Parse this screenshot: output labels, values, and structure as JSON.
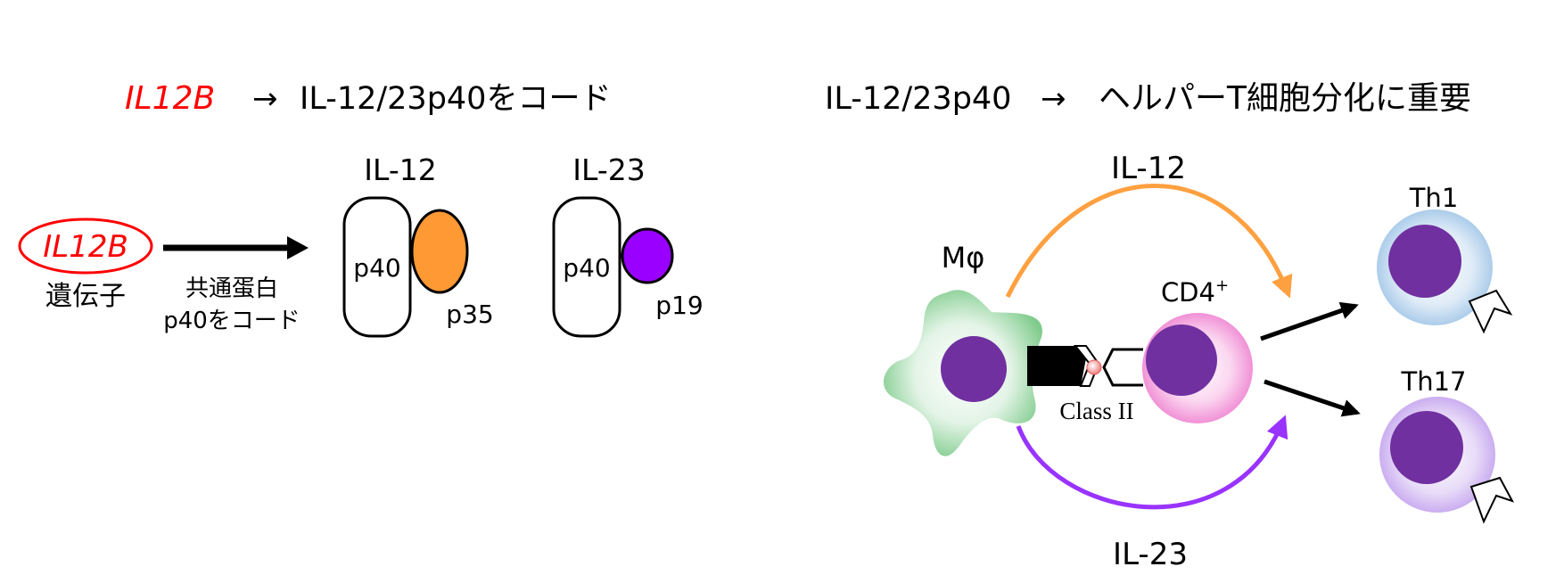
{
  "left_header": {
    "gene": "IL12B",
    "arrow": "→",
    "text": "IL-12/23p40をコード"
  },
  "right_header": {
    "protein": "IL-12/23p40",
    "arrow": "→",
    "text": "ヘルパーT細胞分化に重要"
  },
  "gene_panel": {
    "gene_label": "IL12B",
    "gene_caption": "遺伝子",
    "arrow_caption_line1": "共通蛋白",
    "arrow_caption_line2": "p40をコード"
  },
  "il12_complex": {
    "title": "IL-12",
    "subunit_main": "p40",
    "subunit_partner": "p35"
  },
  "il23_complex": {
    "title": "IL-23",
    "subunit_main": "p40",
    "subunit_partner": "p19"
  },
  "pathway": {
    "macrophage_label": "Mφ",
    "cd4_label": "CD4",
    "cd4_superscript": "+",
    "mhc_label": "Class II",
    "il12_arrow_label": "IL-12",
    "il23_arrow_label": "IL-23",
    "th1_label": "Th1",
    "th17_label": "Th17"
  },
  "colors": {
    "gene_red": "#ff0000",
    "p35_orange": "#ff9933",
    "p19_purple": "#9900ff",
    "il12_arrow": "#ffa040",
    "il23_arrow": "#9933ff",
    "nucleus": "#7030a0",
    "macrophage_green": "#8fd49a",
    "cd4_pink": "#f28bd6",
    "th1_blue": "#9dc3e6",
    "th17_lavender": "#c9a7f0"
  }
}
